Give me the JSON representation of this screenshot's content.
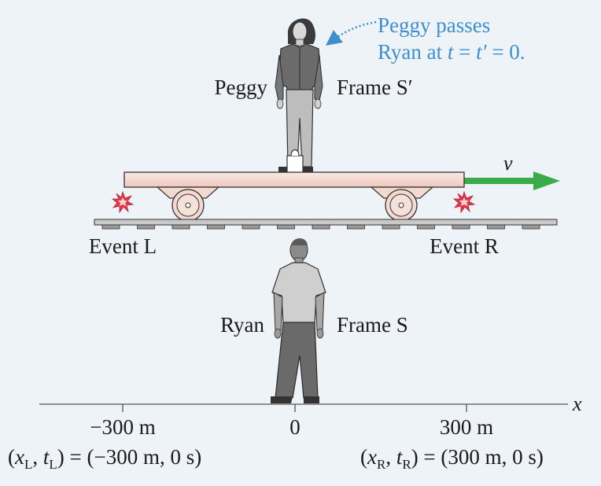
{
  "figure": {
    "callout_line1": "Peggy passes",
    "callout_line2_prefix": "Ryan at ",
    "callout_t": "t",
    "callout_eq1": " = ",
    "callout_tprime": "t′",
    "callout_eq2": " = 0.",
    "peggy_label": "Peggy",
    "frame_s_prime": "Frame S′",
    "velocity_symbol": "v",
    "event_left": "Event L",
    "event_right": "Event R",
    "ryan_label": "Ryan",
    "frame_s": "Frame S",
    "axis_symbol": "x",
    "tick_left": "−300 m",
    "tick_center": "0",
    "tick_right": "300 m",
    "coord_left": {
      "open": "(",
      "x": "x",
      "x_sub": "L",
      "comma": ", ",
      "t": "t",
      "t_sub": "L",
      "rest": ") = (−300 m, 0 s)"
    },
    "coord_right": {
      "open": "(",
      "x": "x",
      "x_sub": "R",
      "comma": ", ",
      "t": "t",
      "t_sub": "R",
      "rest": ") = (300 m, 0 s)"
    },
    "colors": {
      "background": "#eef3f8",
      "callout_blue": "#3d8fce",
      "velocity_arrow": "#3aaa4a",
      "cart_deck": "#f6ddd6",
      "explosion": "#e03a4a"
    }
  }
}
